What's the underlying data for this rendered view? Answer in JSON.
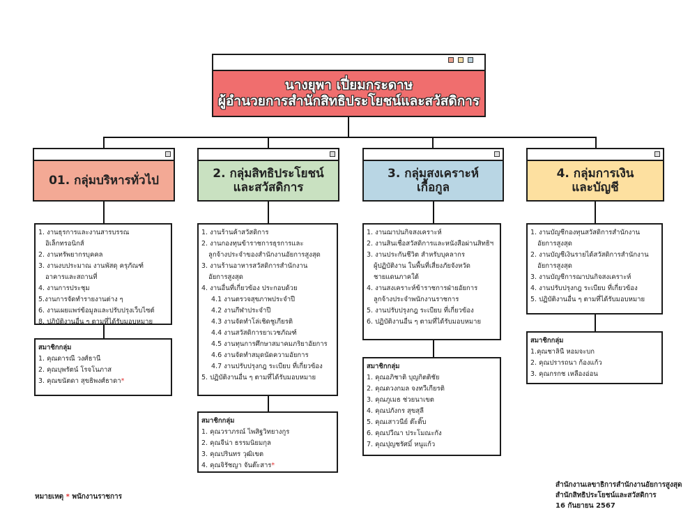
{
  "head": {
    "name": "นางยุพา เปี่ยมกระดาษ",
    "position": "ผู้อำนวยการสำนักสิทธิประโยชน์และสวัสดิการ",
    "color": "#f06e6e",
    "window_dots": [
      "#e8a08c",
      "#f2d9a0",
      "#b9d0dc"
    ]
  },
  "groups": [
    {
      "title": "01. กลุ่มบริหารทั่วไป",
      "color": "#f3a995",
      "tasks": [
        {
          "text": "1. งานธุรการและงานสารบรรณอิเล็กทรอนิกส์"
        },
        {
          "text": "2. งานทรัพยากรบุคคล"
        },
        {
          "text": "3. งานงบประมาณ งานพัสดุ ครุภัณฑ์\nอาคารและสถานที่"
        },
        {
          "text": "4. งานการประชุม"
        },
        {
          "text": "5.งานการจัดทำรายงานต่าง ๆ"
        },
        {
          "text": "6. งานเผยแพร่ข้อมูลและปรับปรุงเว็บไซต์"
        },
        {
          "text": "8. ปฏิบัติงานอื่น ๆ ตามที่ได้รับมอบหมาย"
        }
      ],
      "members_title": "สมาชิกกลุ่ม",
      "members": [
        {
          "name": "1. คุณดารณี วงศ์ธานี",
          "marker": ""
        },
        {
          "name": "2. คุณบุพรัตน์ โรจโนภาส",
          "marker": ""
        },
        {
          "name": "3. คุณขนัตดา สุขธิพงศ์ธาดา",
          "marker": "*"
        }
      ]
    },
    {
      "title": "2. กลุ่มสิทธิประโยชน์\nและสวัสดิการ",
      "color": "#c9e1c1",
      "tasks": [
        {
          "text": "1. งานร้านค้าสวัสดิการ"
        },
        {
          "text": "2. งานกองทุนข้าราชการธุรการและ\nลูกจ้างประจำของสำนักงานอัยการสูงสุด"
        },
        {
          "text": "3. งานร้านอาหารสวัสดิการสำนักงาน\nอัยการสูงสุด"
        },
        {
          "text": "4. งานอื่นที่เกี่ยวข้อง ประกอบด้วย"
        },
        {
          "text": "4.1 งานตรวจสุขภาพประจำปี",
          "sub": true
        },
        {
          "text": "4.2 งานกีฬาประจำปี",
          "sub": true
        },
        {
          "text": "4.3 งานจัดทำโล่เชิดชูเกียรติ",
          "sub": true
        },
        {
          "text": "4.4 งานสวัสดิการยาเวชภัณฑ์",
          "sub": true
        },
        {
          "text": "4.5 งานทุนการศึกษาสมาคมภริยาอัยการ",
          "sub": true
        },
        {
          "text": "4.6 งานจัดทำสมุดนัดความอัยการ",
          "sub": true
        },
        {
          "text": "4.7 งานปรับปรุงกฎ ระเบียบ ที่เกี่ยวข้อง",
          "sub": true
        },
        {
          "text": "5. ปฏิบัติงานอื่น ๆ ตามที่ได้รับมอบหมาย"
        }
      ],
      "members_title": "สมาชิกกลุ่ม",
      "members": [
        {
          "name": "1. คุณวราภรณ์ ไพสิฐวิทยางกูร",
          "marker": ""
        },
        {
          "name": "2. คุณจีน่า ธรรมนิยมกุล",
          "marker": ""
        },
        {
          "name": "3. คุณปรินทร วุฒิเขต",
          "marker": ""
        },
        {
          "name": "4. คุณจิรัชญา จันต๊ะสาร",
          "marker": "*"
        }
      ]
    },
    {
      "title": "3. กลุ่มสงเคราะห์\nเกื้อกูล",
      "color": "#b9d6e4",
      "tasks": [
        {
          "text": "1. งานฌาปนกิจสงเคราะห์"
        },
        {
          "text": "2. งานสินเชื่อสวัสดิการและหนังสือผ่านสิทธิฯ"
        },
        {
          "text": "3. งานประกันชีวิต สำหรับบุคลากร\nผู้ปฏิบัติงาน ในพื้นที่เสี่ยงภัยจังหวัด\nชายแดนภาคใต้"
        },
        {
          "text": "4. งานสงเคราะห์ข้าราชการฝ่ายอัยการ\nลูกจ้างประจำพนักงานราชการ"
        },
        {
          "text": "5. งานปรับปรุงกฎ ระเบียบ ที่เกี่ยวข้อง"
        },
        {
          "text": "6. ปฏิบัติงานอื่น ๆ ตามที่ได้รับมอบหมาย"
        }
      ],
      "members_title": "สมาชิกกลุ่ม",
      "members": [
        {
          "name": "1. คุณอภิชาติ บุญกิตติชัย",
          "marker": ""
        },
        {
          "name": "2. คุณดวงกมล จงทวีเกียรติ",
          "marker": ""
        },
        {
          "name": "3. คุณภูเมธ ช่วยนาเขต",
          "marker": ""
        },
        {
          "name": "4. คุณปภังกร สุขสุลี",
          "marker": ""
        },
        {
          "name": "5. คุณเสาวนีย์ ต๊ะติ๊บ",
          "marker": ""
        },
        {
          "name": "6. คุณปวีณา ประโมณะกัง",
          "marker": ""
        },
        {
          "name": "7. คุณปุญชรัศมิ์ หนูแก้ว",
          "marker": ""
        }
      ]
    },
    {
      "title": "4. กลุ่มการเงิน\nและบัญชี",
      "color": "#fde0a0",
      "tasks": [
        {
          "text": "1. งานบัญชีกองทุนสวัสดิการสำนักงาน\nอัยการสูงสุด"
        },
        {
          "text": "2. งานบัญชีเงินรายได้สวัสดิการสำนักงาน\nอัยการสูงสุด"
        },
        {
          "text": "3. งานบัญชีการฌาปนกิจสงเคราะห์"
        },
        {
          "text": "4. งานปรับปรุงกฎ ระเบียบ ที่เกี่ยวข้อง"
        },
        {
          "text": "5. ปฏิบัติงานอื่น ๆ ตามที่ได้รับมอบหมาย"
        }
      ],
      "members_title": "สมาชิกกลุ่ม",
      "members": [
        {
          "name": "1.คุณชาลินี หอมจะบก",
          "marker": ""
        },
        {
          "name": "2. คุณปรารถนา ก้องแก้ว",
          "marker": ""
        },
        {
          "name": "3. คุณกรกช เหลืองอ่อน",
          "marker": ""
        }
      ]
    }
  ],
  "note": {
    "label": "หมายเหตุ",
    "marker": "*",
    "text": "พนักงานราชการ"
  },
  "footer": {
    "line1": "สำนักงานเลขาธิการสำนักงานอัยการสูงสุด",
    "line2": "สำนักสิทธิประโยชน์และสวัสดิการ",
    "date": "16 กันยายน 2567"
  }
}
